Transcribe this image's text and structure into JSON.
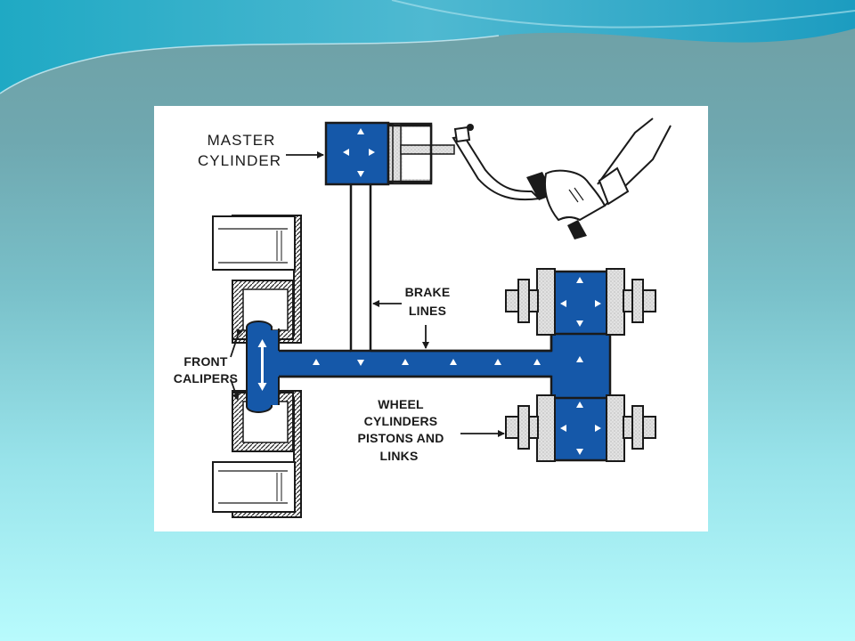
{
  "colors": {
    "fluid": "#1558a9",
    "stipple": "#e2e2e2",
    "line": "#1a1a1a",
    "panel": "#ffffff"
  },
  "icons": [
    "flow-arrow-icon",
    "brake-pedal-icon",
    "driver-foot-icon"
  ],
  "labels": {
    "master_cylinder": [
      "MASTER",
      "CYLINDER"
    ],
    "brake_lines": [
      "BRAKE",
      "LINES"
    ],
    "front_calipers": [
      "FRONT",
      "CALIPERS"
    ],
    "wheel_cylinders": [
      "WHEEL",
      "CYLINDERS",
      "PISTONS AND",
      "LINKS"
    ]
  }
}
